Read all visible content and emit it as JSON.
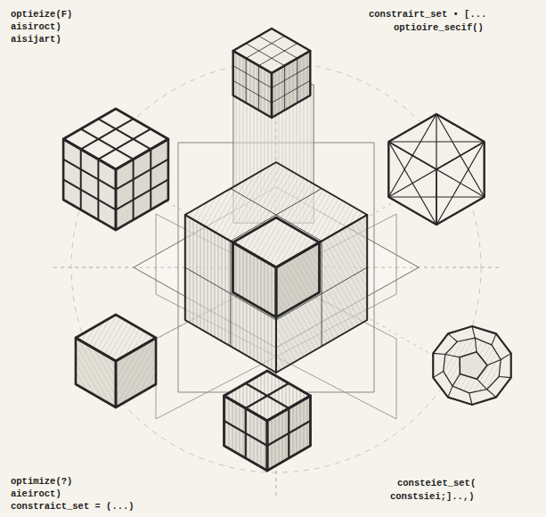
{
  "diagram": {
    "labels": [
      "optieize(F)",
      "aisiroct)",
      "aisijart)",
      "constrairt_set • [...",
      "optioire_secif()",
      "optimize(?)",
      "aieiroct)",
      "constraict_set = (...)",
      "consteiet_set(",
      "constsiei;]..,)"
    ]
  }
}
